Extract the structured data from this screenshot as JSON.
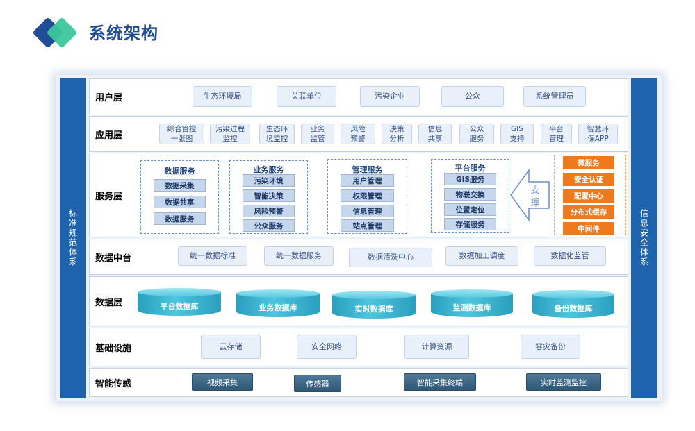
{
  "header": {
    "title": "系统架构"
  },
  "sides": {
    "left": "标准规范体系",
    "right": "信息安全体系"
  },
  "layers": {
    "user": {
      "label": "用户层",
      "items": [
        "生态环境局",
        "关联单位",
        "污染企业",
        "公众",
        "系统管理员"
      ]
    },
    "app": {
      "label": "应用层",
      "items": [
        "综合管控\n一张图",
        "污染过程\n监控",
        "生态环\n境监控",
        "业务\n监管",
        "风险\n预警",
        "决策\n分析",
        "信息\n共享",
        "公众\n服务",
        "GIS\n支持",
        "平台\n管理",
        "智慧环\n保APP"
      ]
    },
    "service": {
      "label": "服务层",
      "groups": [
        {
          "title": "数据服务",
          "items": [
            "数据采集",
            "数据共享",
            "数据服务"
          ]
        },
        {
          "title": "业务服务",
          "items": [
            "污染环境",
            "智能决策",
            "风险预警",
            "公众服务"
          ]
        },
        {
          "title": "管理服务",
          "items": [
            "用户管理",
            "权限管理",
            "信息管理",
            "站点管理"
          ]
        },
        {
          "title": "平台服务",
          "items": [
            "GIS服务",
            "物联交换",
            "位置定位",
            "存储服务"
          ]
        }
      ],
      "support": "支撑",
      "middleware": [
        "微服务",
        "安全认证",
        "配置中心",
        "分布式缓存",
        "中间件"
      ]
    },
    "midplatform": {
      "label": "数据中台",
      "items": [
        "统一数据标准",
        "统一数据服务",
        "数据清洗中心",
        "数据加工调度",
        "数据化监管"
      ]
    },
    "data": {
      "label": "数据层",
      "items": [
        "平台数据库",
        "业务数据库",
        "实时数据库",
        "监测数据库",
        "备份数据库"
      ]
    },
    "infra": {
      "label": "基础设施",
      "items": [
        "云存储",
        "安全网络",
        "计算资源",
        "容灾备份"
      ]
    },
    "sensing": {
      "label": "智能传感",
      "items": [
        "视频采集",
        "传感器",
        "智能采集终端",
        "实时监测监控"
      ]
    }
  },
  "colors": {
    "primary": "#1f63ad",
    "accent": "#ef7a1e",
    "cylinder": "#3bb3d0",
    "logo_blue": "#1f4e96",
    "logo_green": "#3cc79a"
  }
}
